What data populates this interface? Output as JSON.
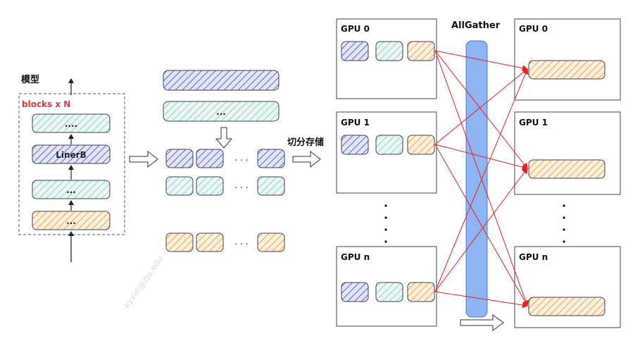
{
  "model": {
    "title": "模型",
    "group_label": "blocks x N",
    "layers": [
      "....",
      "LinerB",
      "...",
      "..."
    ]
  },
  "split": {
    "full_blocks": [
      "",
      "..."
    ],
    "ellipsis": ". . .",
    "label": "切分存储"
  },
  "gpus_left": [
    {
      "name": "GPU 0"
    },
    {
      "name": "GPU 1"
    },
    {
      "name": "GPU n"
    }
  ],
  "gpus_right": [
    {
      "name": "GPU 0"
    },
    {
      "name": "GPU 1"
    },
    {
      "name": "GPU n"
    }
  ],
  "allgather": {
    "label": "AllGather"
  },
  "watermark": "kyxie@zju.edu",
  "colors": {
    "blue_fill": "#d9dcf6",
    "blue_stroke": "#4a56c9",
    "teal_fill": "#dff3f1",
    "teal_stroke": "#6cc0b4",
    "orange_fill": "#fde9cf",
    "orange_stroke": "#f2a33a",
    "bar": "#8fb4f2",
    "bar_stroke": "#4a7bd6",
    "red": "#e82020",
    "title_red": "#e03a3a"
  }
}
